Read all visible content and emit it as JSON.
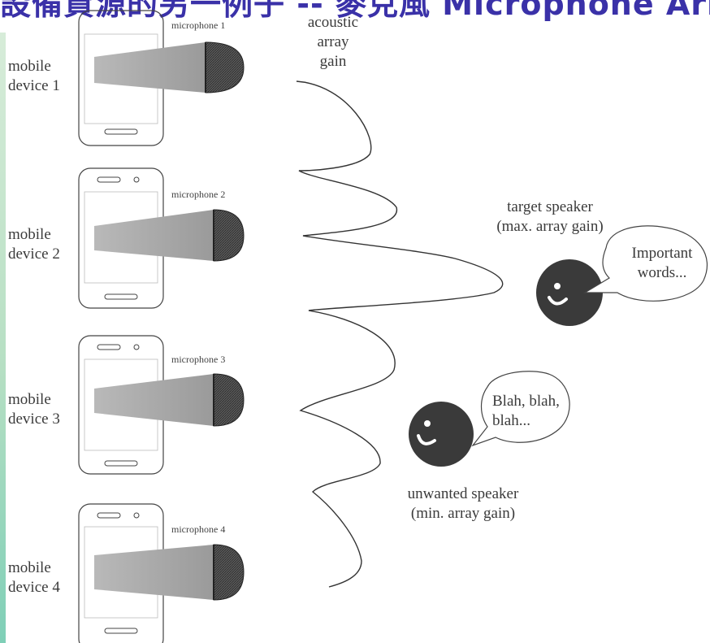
{
  "slide": {
    "title": "設備資源的另一例子 -- 麥克風 Microphone Array"
  },
  "diagram": {
    "array_label": "acoustic\narray\ngain",
    "devices": [
      {
        "label": "mobile\ndevice 1",
        "mic": "microphone 1"
      },
      {
        "label": "mobile\ndevice 2",
        "mic": "microphone 2"
      },
      {
        "label": "mobile\ndevice 3",
        "mic": "microphone 3"
      },
      {
        "label": "mobile\ndevice 4",
        "mic": "microphone 4"
      }
    ],
    "target": {
      "caption": "target speaker\n(max. array gain)",
      "speech": "Important\nwords..."
    },
    "unwanted": {
      "caption": "unwanted speaker\n(min. array gain)",
      "speech": "Blah, blah,\nblah..."
    }
  }
}
